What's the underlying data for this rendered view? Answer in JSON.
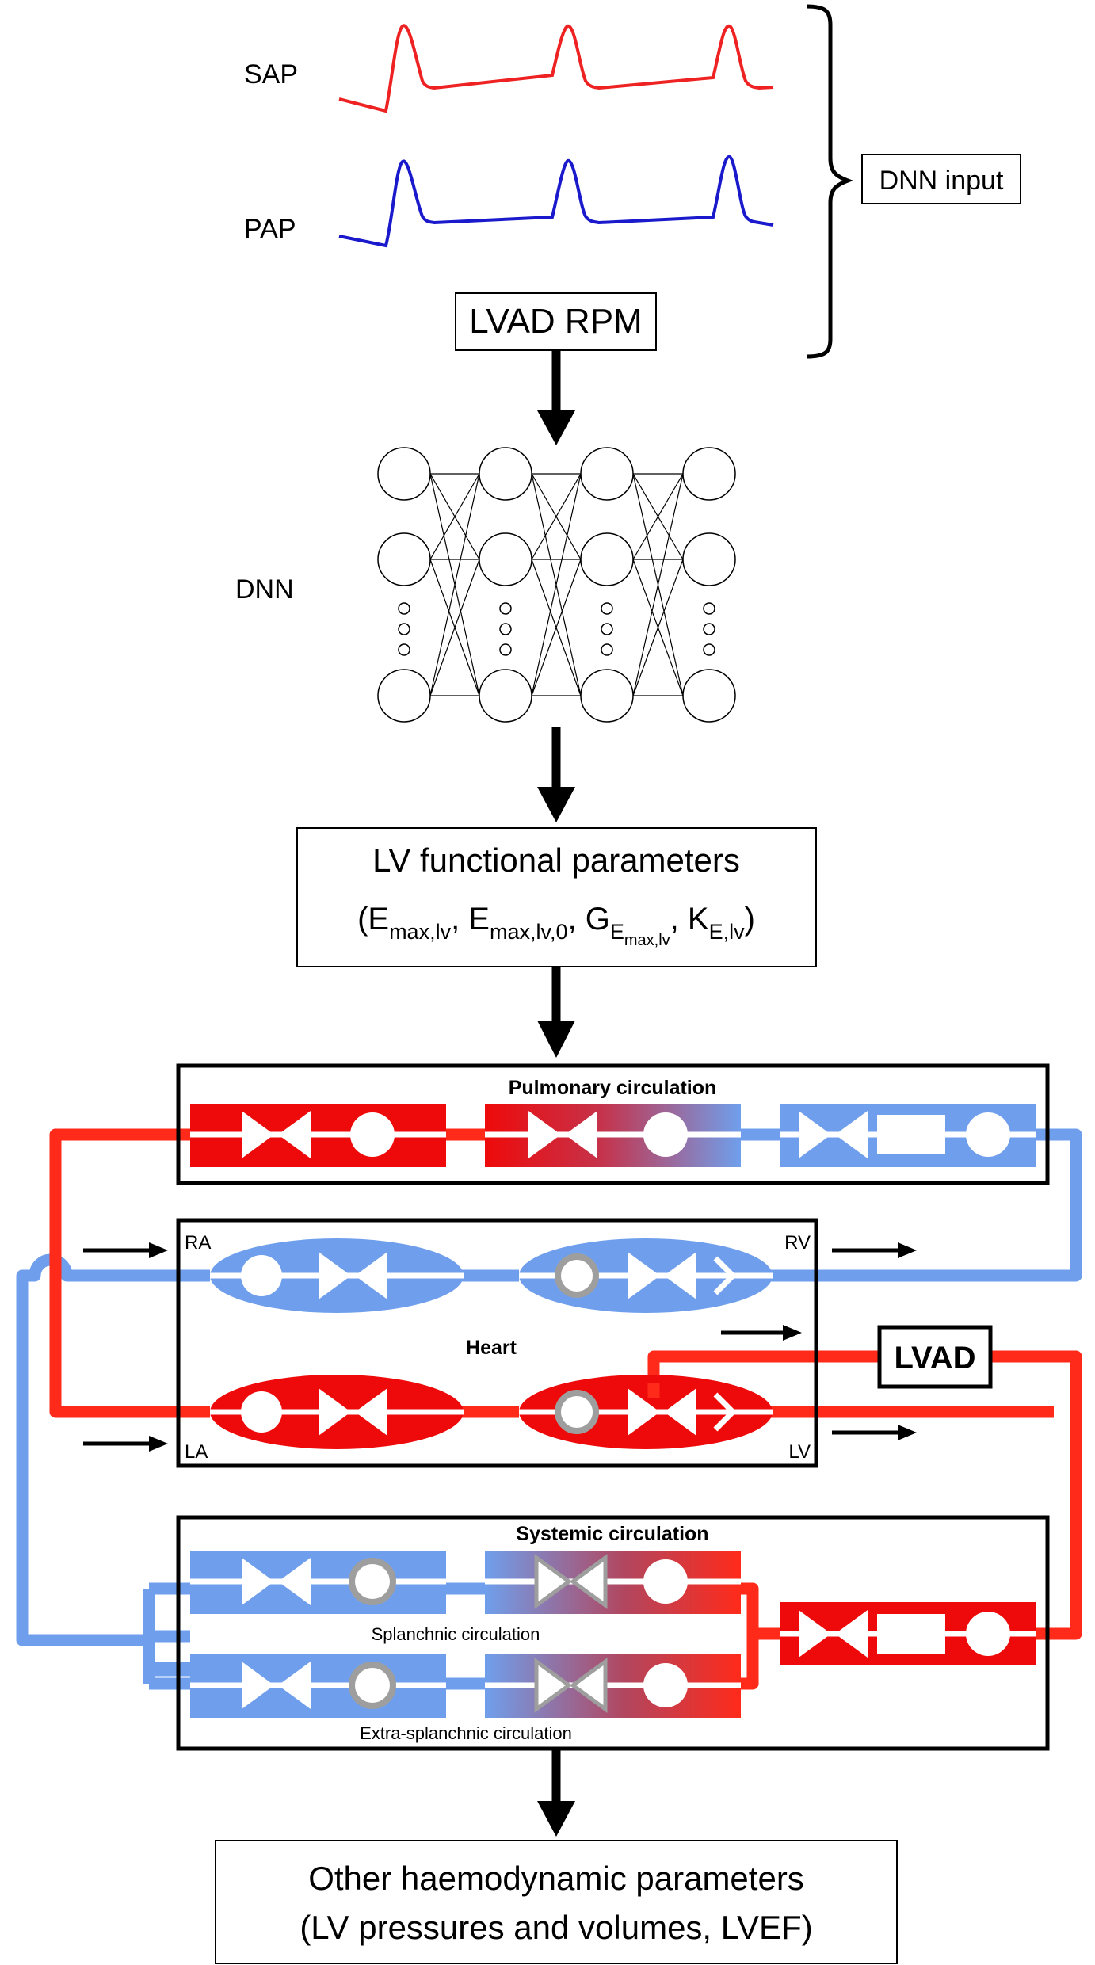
{
  "labels": {
    "sap": "SAP",
    "pap": "PAP",
    "dnn_input": "DNN input",
    "lvad_rpm": "LVAD RPM",
    "dnn": "DNN",
    "lv_params_title": "LV functional parameters",
    "lv_params_formula": {
      "open": "(E",
      "sub1": "max,lv",
      "sep1": ", E",
      "sub2": "max,lv,0",
      "sep2": ", G",
      "sub3": "E",
      "subsub3": "max,lv",
      "sep3": ", K",
      "sub4": "E,lv",
      "close": ")"
    },
    "pulmonary": "Pulmonary circulation",
    "heart": "Heart",
    "ra": "RA",
    "rv": "RV",
    "la": "LA",
    "lv": "LV",
    "lvad": "LVAD",
    "systemic": "Systemic circulation",
    "splanchnic": "Splanchnic circulation",
    "extra_splanchnic": "Extra-splanchnic circulation",
    "output_line1": "Other haemodynamic parameters",
    "output_line2": "(LV pressures and volumes, LVEF)"
  },
  "colors": {
    "sap_wave": "#ee2222",
    "pap_wave": "#1a1acc",
    "arterial": "#ff2a1a",
    "oxygenated": "#ee0a0a",
    "venous": "#6f9fec",
    "valve_grey": "#9e9e9e",
    "ink": "#000000"
  },
  "network": {
    "columns": 4,
    "top_nodes_per_column": 2,
    "hidden_indicator": "ellipsis",
    "bottom_nodes_per_column": 1
  }
}
